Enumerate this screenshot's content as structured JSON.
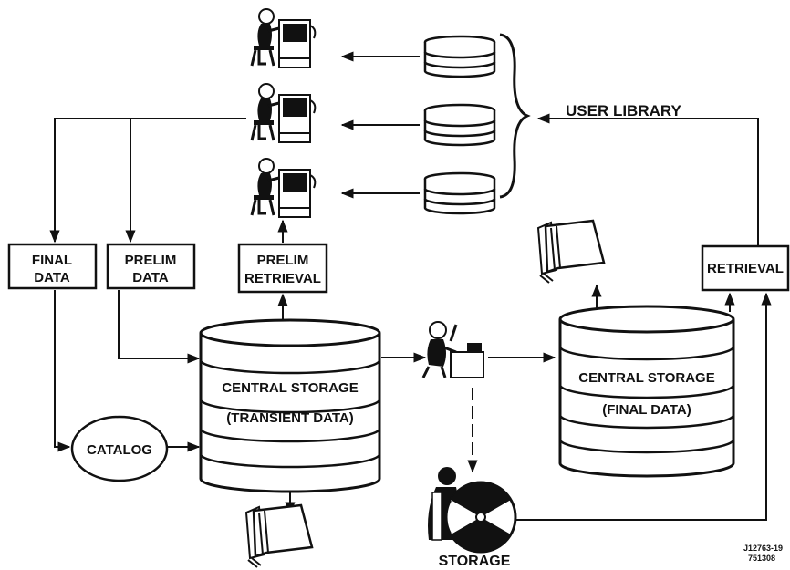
{
  "labels": {
    "user_library": "USER LIBRARY",
    "final_data_1": "FINAL",
    "final_data_2": "DATA",
    "prelim_data_1": "PRELIM",
    "prelim_data_2": "DATA",
    "prelim_retrieval_1": "PRELIM",
    "prelim_retrieval_2": "RETRIEVAL",
    "retrieval": "RETRIEVAL",
    "central_transient_1": "CENTRAL STORAGE",
    "central_transient_2": "(TRANSIENT DATA)",
    "central_final_1": "CENTRAL STORAGE",
    "central_final_2": "(FINAL DATA)",
    "catalog": "CATALOG",
    "storage": "STORAGE",
    "figure_id_1": "J12763-19",
    "figure_id_2": "751308"
  },
  "icons": [
    "workstation-user-icon",
    "disk-pack-icon",
    "printout-icon",
    "tape-reel-icon",
    "operator-icon"
  ]
}
